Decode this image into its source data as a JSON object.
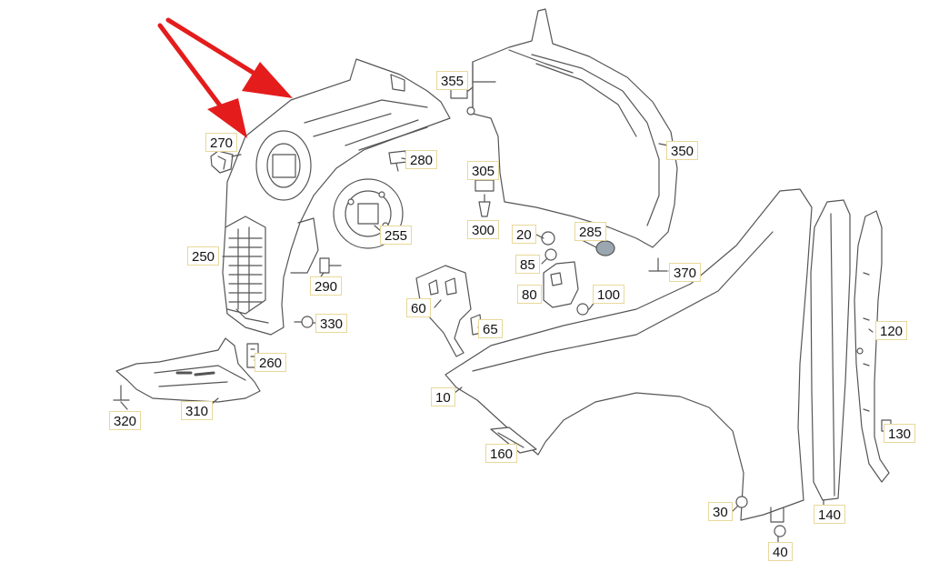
{
  "diagram": {
    "line_color": "#555555",
    "arrow_color": "#e41c1c",
    "callout_border": "#e8d89a",
    "callouts": [
      {
        "id": "c10",
        "label": "10"
      },
      {
        "id": "c20",
        "label": "20"
      },
      {
        "id": "c30",
        "label": "30"
      },
      {
        "id": "c40",
        "label": "40"
      },
      {
        "id": "c60",
        "label": "60"
      },
      {
        "id": "c65",
        "label": "65"
      },
      {
        "id": "c80",
        "label": "80"
      },
      {
        "id": "c85",
        "label": "85"
      },
      {
        "id": "c100",
        "label": "100"
      },
      {
        "id": "c120",
        "label": "120"
      },
      {
        "id": "c130",
        "label": "130"
      },
      {
        "id": "c140",
        "label": "140"
      },
      {
        "id": "c160",
        "label": "160"
      },
      {
        "id": "c250",
        "label": "250"
      },
      {
        "id": "c255",
        "label": "255"
      },
      {
        "id": "c260",
        "label": "260"
      },
      {
        "id": "c270",
        "label": "270"
      },
      {
        "id": "c280",
        "label": "280"
      },
      {
        "id": "c285",
        "label": "285"
      },
      {
        "id": "c290",
        "label": "290"
      },
      {
        "id": "c300",
        "label": "300"
      },
      {
        "id": "c305",
        "label": "305"
      },
      {
        "id": "c310",
        "label": "310"
      },
      {
        "id": "c320",
        "label": "320"
      },
      {
        "id": "c330",
        "label": "330"
      },
      {
        "id": "c350",
        "label": "350"
      },
      {
        "id": "c355",
        "label": "355"
      },
      {
        "id": "c370",
        "label": "370"
      }
    ]
  }
}
